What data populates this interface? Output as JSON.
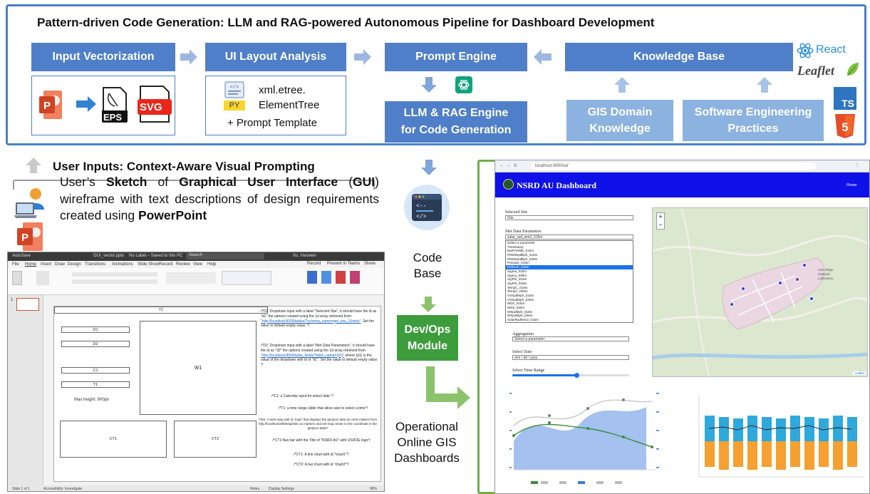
{
  "title": "Pattern-driven Code Generation: LLM and RAG-powered Autonomous Pipeline for Dashboard Development",
  "pipeline": {
    "input_vectorization": "Input Vectorization",
    "ui_layout_analysis": "UI Layout Analysis",
    "prompt_engine": "Prompt Engine",
    "knowledge_base": "Knowledge Base",
    "llm_engine_line1": "LLM & RAG Engine",
    "llm_engine_line2": "for Code Generation",
    "gis_line1": "GIS Domain",
    "gis_line2": "Knowledge",
    "se_line1": "Software Engineering",
    "se_line2": "Practices",
    "eps_label": "EPS",
    "svg_label": "SVG",
    "py_label": "PY",
    "ui_line1": "xml.etree.",
    "ui_line2": "ElementTree",
    "ui_line3": "+ Prompt Template",
    "react_label": "React",
    "leaflet_label": "Leaflet",
    "ts_label": "TS",
    "html_label": "5"
  },
  "user_inputs": {
    "title": "User Inputs: Context-Aware Visual Prompting",
    "desc_1": "User’s ",
    "desc_b1": "Sketch",
    "desc_2": " of ",
    "desc_b2": "Graphical User Interface",
    "desc_3": " (",
    "desc_b3": "GUI",
    "desc_4": ") wireframe with text descriptions of design requirements created using ",
    "desc_b4": "PowerPoint"
  },
  "flow": {
    "code_line1": "Code",
    "code_line2": "Base",
    "devops_line1": "Dev/Ops",
    "devops_line2": "Module",
    "ops_line1": "Operational",
    "ops_line2": "Online GIS",
    "ops_line3": "Dashboards"
  },
  "ppt": {
    "autosave": "AutoSave",
    "filename": "GUI_vector.pptx",
    "label_note": "No Label – Saved to this PC",
    "search": "Search",
    "user": "Xu, Haowen",
    "tabs": [
      "File",
      "Home",
      "Insert",
      "Draw",
      "Design",
      "Transitions",
      "Animations",
      "Slide Show",
      "Record",
      "Review",
      "View",
      "Help"
    ],
    "record_btn": "Record",
    "present_btn": "Present in Teams",
    "share_btn": "Share",
    "slide_num": "1",
    "t1": "T1",
    "d1": "D1",
    "d2": "D2",
    "c1": "C1",
    "t1b": "T1",
    "w1": "W1",
    "ct1": "CT1",
    "ct2": "CT2",
    "max_height": "Max height: 900px",
    "note_d1_a": "/*D1: Dropdown input with a label \"Selected Site\", it should have the id as \"d1\" the options created using the 1d array retrieved from:",
    "note_d1_link": "\"http://localhost:8000/tables/?schema_name=qml_tow_15mins\"",
    "note_d1_b": ". Set the value to default empty value. */",
    "note_d2_a": "/*D2: Dropdown input with a label \"Met Data Parameters\", it should have the id as \"d2\" the options created using the 1d array retrieved from",
    "note_d2_link": "\"http://localhost:8000/table_fields/?table_name={d1}\"",
    "note_d2_b": "where {d1} is the value of the dropdown with id of \"d1\". Set the value to default empty value. */",
    "note_c1": "/*C1: a Calendar input for select date */",
    "note_t1": "/*T1: a time range slider that allow user to select a time*/",
    "note_w1": "/*W1: A web map with id \"map\" that displays the geojson data as circle makers from http://localhost:8000/api/site as markers and set map center to the coordinate in the geojson data*/",
    "note_ct": "/*CT1:Nav bar with the Title of \"NSRD AU\" with USDOE logo*/",
    "note_ct1": "/*CT1: A line chart with id \"chart1\"*/",
    "note_ct2": "/*CT2: A bar chart with id \"chart2\"*/",
    "status_left": "Slide 1 of 1",
    "status_access": "Accessibility: Investigate",
    "status_notes": "Notes",
    "status_display": "Display Settings",
    "status_zoom": "96%"
  },
  "dashboard": {
    "url": "localhost:8000/ui/",
    "title": "NSRD AU Dashboard",
    "home": "Home",
    "selected_site_label": "Selected Site",
    "selected_site_value": "Site",
    "met_label": "Met Data Parameters",
    "met_value": "solar_rad_wm2_015m",
    "options": [
      "Select a parameter",
      "Timestamp",
      "BarPresMb_015m",
      "PM25Spdlliph_015m",
      "PM25Spdlliph_030m",
      "Precipin_015m",
      "RelHum_015m",
      "Sigma_015m",
      "Sigma_030m",
      "SigPhi_015m",
      "SigPhi_030m",
      "TempC_015m",
      "TempC_030m",
      "VSSpdMph_015m",
      "VSSpdMph_030m",
      "WDir_015m",
      "WDir_030m",
      "WSpdMph_015m",
      "WSpdMph_030m",
      "SolarRadWm2_015m"
    ],
    "selected_option_index": 6,
    "aggregation_label": "Aggregation",
    "aggregation_value": "Select a parameter",
    "date_label": "Select Date",
    "date_value": "mm / dd / yyyy",
    "time_label": "Select Time Range",
    "time_slider_value": 0.55,
    "map_place": "Oak Ridge National Laboratory",
    "leaflet_attr": "Leaflet",
    "zoom_in": "+",
    "zoom_out": "−"
  },
  "colors": {
    "blue_box": "#4f7fc8",
    "light_box": "#8cb2e0",
    "frame_blue": "#4a80c8",
    "frame_green": "#70ad47",
    "devops_green": "#3d9c3b",
    "dash_nav": "#1010e8",
    "bar_blue": "#2fa8dc",
    "bar_orange": "#f5a030"
  }
}
